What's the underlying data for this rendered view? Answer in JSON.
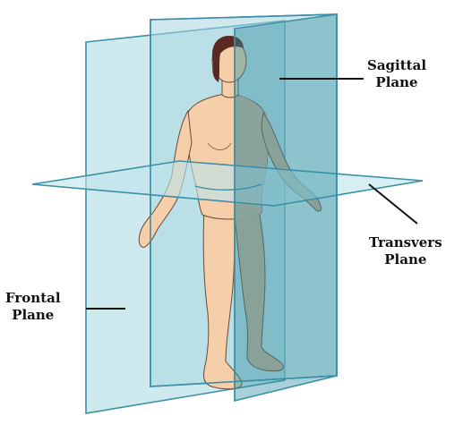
{
  "labels": {
    "sagittal": {
      "line1": "Sagittal",
      "line2": "Plane"
    },
    "transverse": {
      "line1": "Transvers",
      "line2": "Plane"
    },
    "frontal": {
      "line1": "Frontal",
      "line2": "Plane"
    }
  },
  "colors": {
    "plane_fill": "#bfe3ea",
    "plane_edge": "#3d8fa6",
    "skin": "#f5cfaa",
    "skin_shadow": "#c4ad8f",
    "hair": "#5a2a22",
    "leader_line": "#111111"
  }
}
